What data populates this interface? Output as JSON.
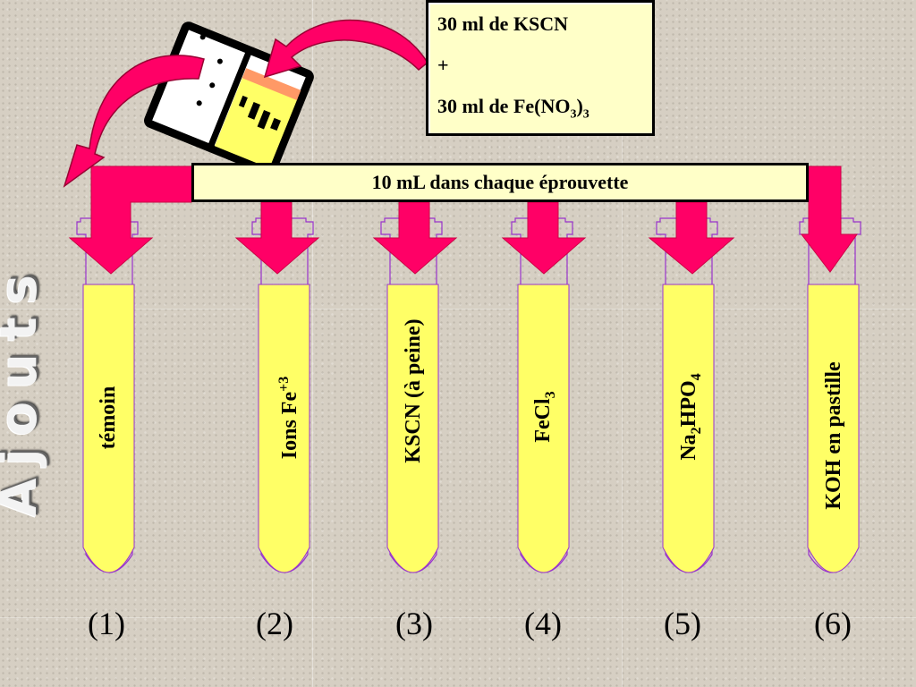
{
  "recipe": {
    "line1": "30 ml de KSCN",
    "line2": "+",
    "line3_prefix": "30 ml de Fe(NO",
    "line3_sub1": "3",
    "line3_mid": ")",
    "line3_sub2": "3"
  },
  "banner": "10 mL dans chaque éprouvette",
  "side_label": "Ajouts",
  "tubes": [
    {
      "num": "(1)",
      "label": "témoin"
    },
    {
      "num": "(2)",
      "label_main": "Ions Fe",
      "label_sup": "+3"
    },
    {
      "num": "(3)",
      "label": "KSCN (à peine)"
    },
    {
      "num": "(4)",
      "label_main": "FeCl",
      "label_sub": "3"
    },
    {
      "num": "(5)",
      "label_a": "Na",
      "label_sub1": "2",
      "label_b": "HPO",
      "label_sub2": "4"
    },
    {
      "num": "(6)",
      "label": "KOH en pastille"
    }
  ],
  "colors": {
    "arrow": "#ff0066",
    "liquid": "#ffff66",
    "tube_outline": "#9933cc",
    "box_fill": "#ffffc8"
  },
  "icons": [
    "beaker-icon"
  ]
}
